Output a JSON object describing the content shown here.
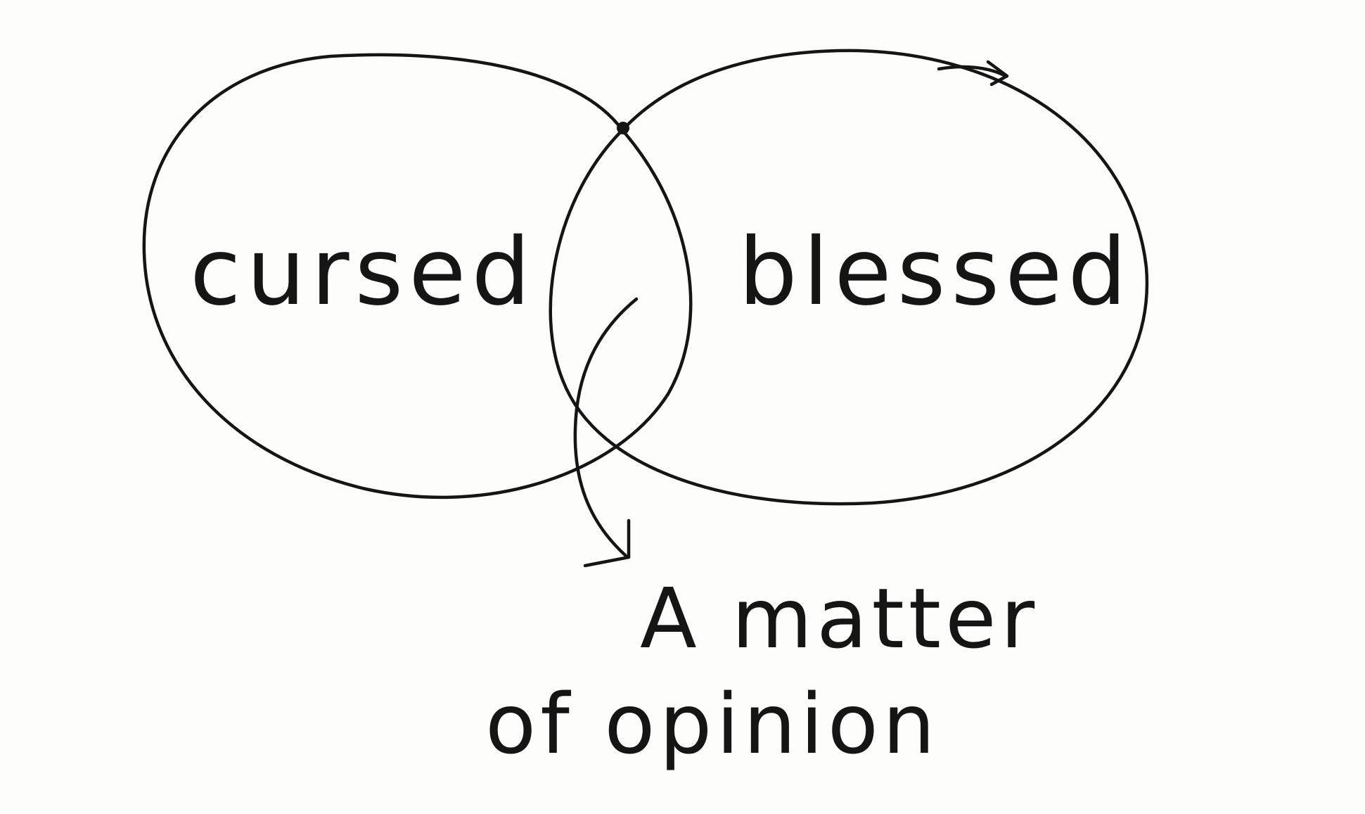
{
  "diagram": {
    "type": "venn",
    "sets": [
      {
        "label": "cursed"
      },
      {
        "label": "blessed"
      }
    ],
    "intersection_annotation": {
      "lines": [
        "A matter",
        "of opinion"
      ]
    },
    "ink_color": "#151515",
    "background_color": "#fdfdfc"
  }
}
